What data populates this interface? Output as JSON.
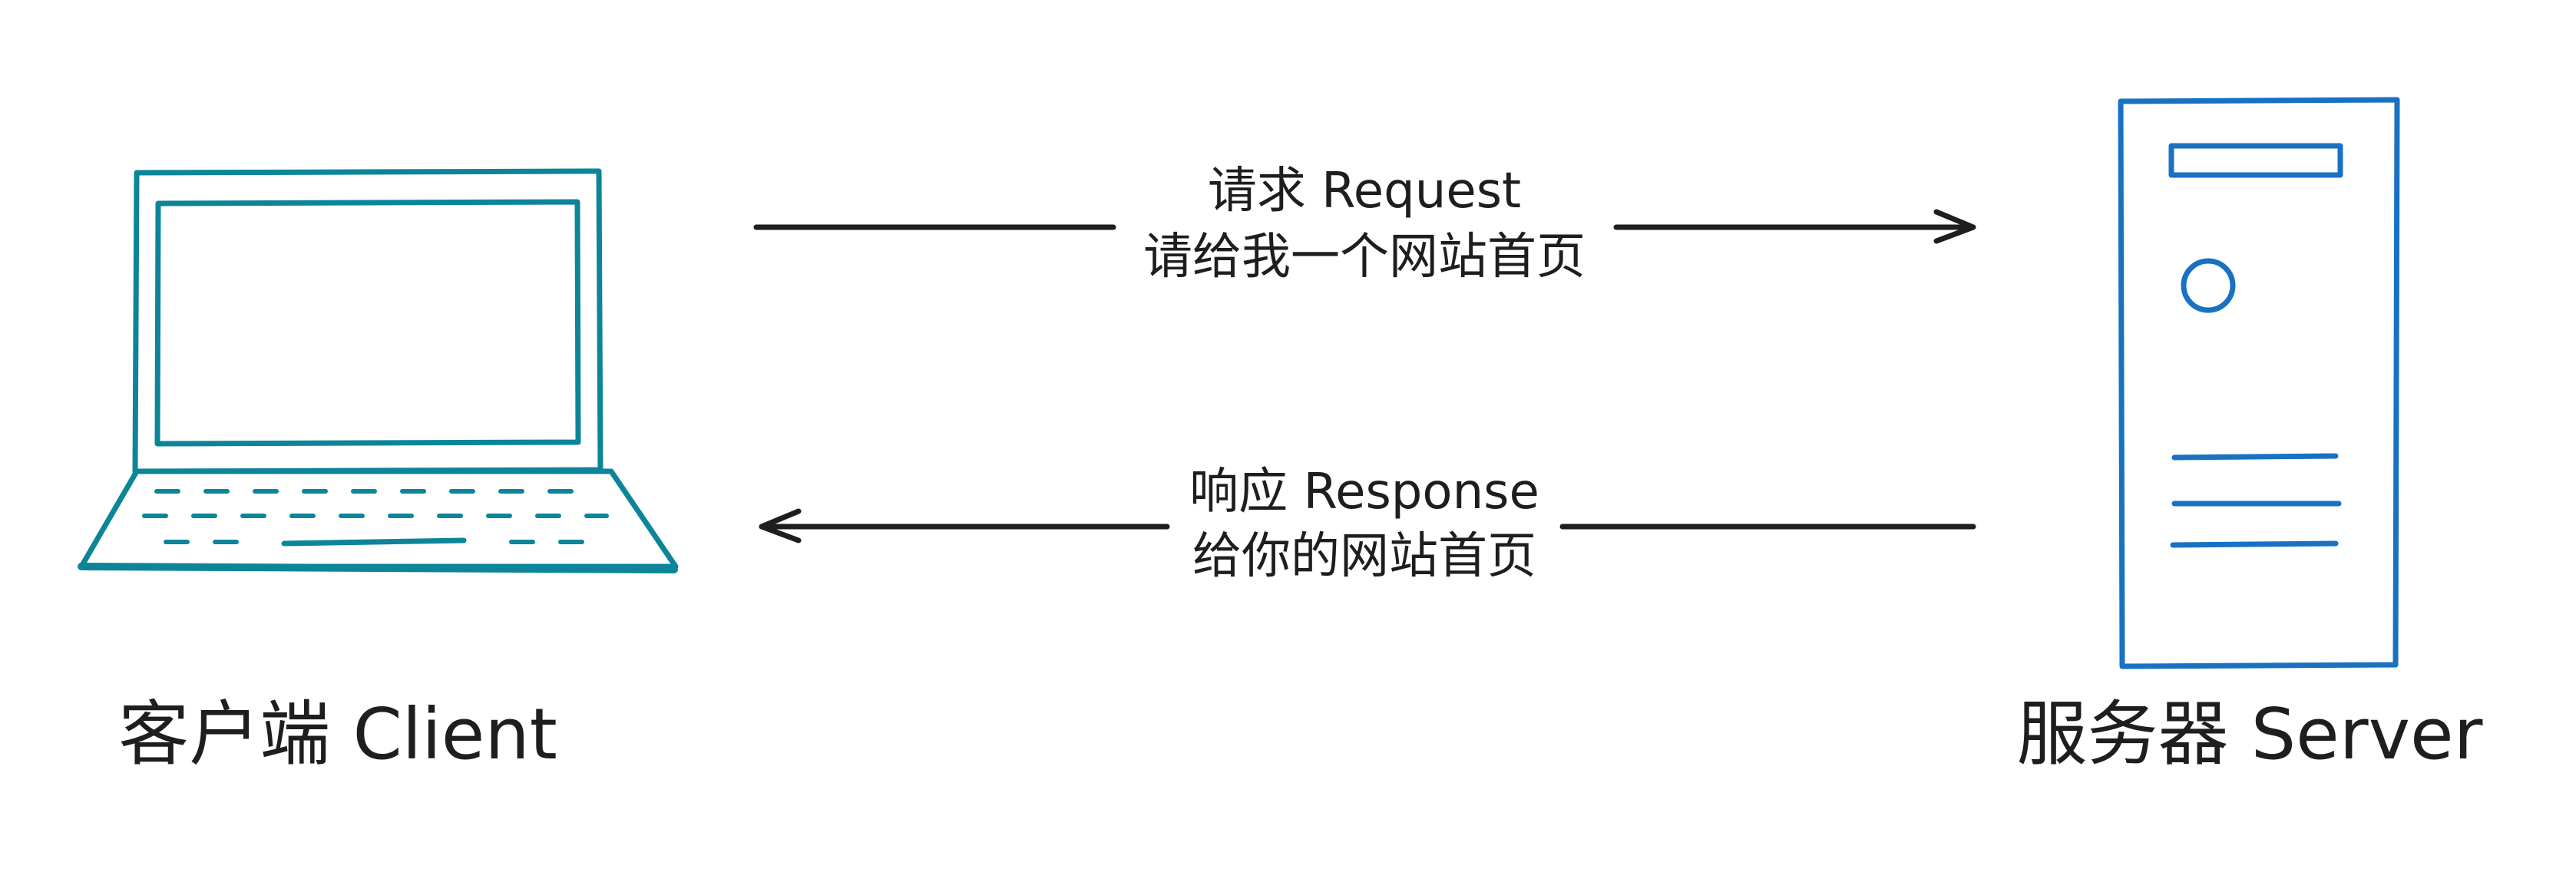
{
  "nodes": {
    "client": {
      "label": "客户端 Client",
      "icon": "laptop-icon",
      "color": "#0c8599"
    },
    "server": {
      "label": "服务器 Server",
      "icon": "server-icon",
      "color": "#1971c2"
    }
  },
  "edges": {
    "request": {
      "line1": "请求 Request",
      "line2": "请给我一个网站首页",
      "direction": "client-to-server"
    },
    "response": {
      "line1": "响应 Response",
      "line2": "给你的网站首页",
      "direction": "server-to-client"
    }
  },
  "colors": {
    "stroke": "#1e1e1e",
    "client": "#0c8599",
    "server": "#1971c2"
  }
}
